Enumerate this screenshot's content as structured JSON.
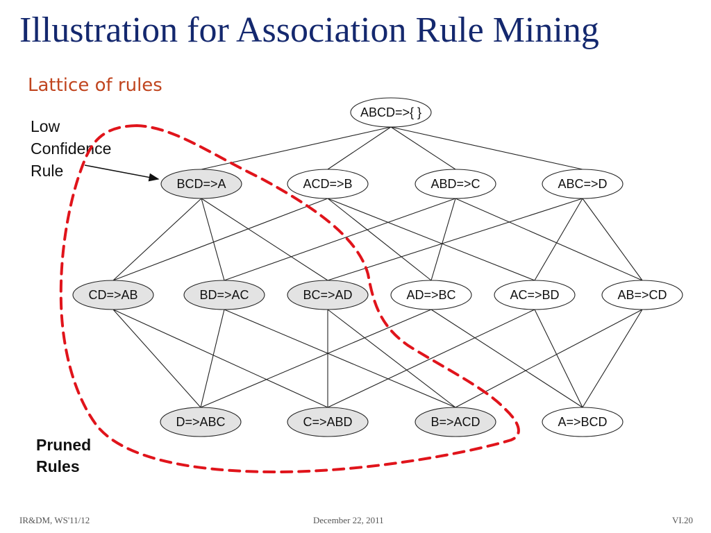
{
  "title": "Illustration for Association Rule Mining",
  "subtitle": "Lattice of rules",
  "annotations": {
    "low_confidence": [
      "Low",
      "Confidence",
      "Rule"
    ],
    "pruned": [
      "Pruned",
      "Rules"
    ]
  },
  "footer": {
    "left": "IR&DM, WS'11/12",
    "center": "December 22, 2011",
    "right": "VI.20"
  },
  "colors": {
    "title": "#14286e",
    "subtitle": "#c0451f",
    "pruned_fill": "#e3e3e3",
    "normal_fill": "#ffffff",
    "pruned_boundary": "#e0141b"
  },
  "nodes": [
    {
      "id": "ABCD",
      "label": "ABCD=>{ }",
      "pruned": false
    },
    {
      "id": "BCD",
      "label": "BCD=>A",
      "pruned": true
    },
    {
      "id": "ACD",
      "label": "ACD=>B",
      "pruned": false
    },
    {
      "id": "ABD",
      "label": "ABD=>C",
      "pruned": false
    },
    {
      "id": "ABC",
      "label": "ABC=>D",
      "pruned": false
    },
    {
      "id": "CD",
      "label": "CD=>AB",
      "pruned": true
    },
    {
      "id": "BD",
      "label": "BD=>AC",
      "pruned": true
    },
    {
      "id": "BC",
      "label": "BC=>AD",
      "pruned": true
    },
    {
      "id": "AD",
      "label": "AD=>BC",
      "pruned": false
    },
    {
      "id": "AC",
      "label": "AC=>BD",
      "pruned": false
    },
    {
      "id": "AB",
      "label": "AB=>CD",
      "pruned": false
    },
    {
      "id": "D",
      "label": "D=>ABC",
      "pruned": true
    },
    {
      "id": "C",
      "label": "C=>ABD",
      "pruned": true
    },
    {
      "id": "B",
      "label": "B=>ACD",
      "pruned": true
    },
    {
      "id": "A",
      "label": "A=>BCD",
      "pruned": false
    }
  ],
  "edges": [
    [
      "ABCD",
      "BCD"
    ],
    [
      "ABCD",
      "ACD"
    ],
    [
      "ABCD",
      "ABD"
    ],
    [
      "ABCD",
      "ABC"
    ],
    [
      "BCD",
      "CD"
    ],
    [
      "BCD",
      "BD"
    ],
    [
      "BCD",
      "BC"
    ],
    [
      "ACD",
      "CD"
    ],
    [
      "ACD",
      "AD"
    ],
    [
      "ACD",
      "AC"
    ],
    [
      "ABD",
      "BD"
    ],
    [
      "ABD",
      "AD"
    ],
    [
      "ABD",
      "AB"
    ],
    [
      "ABC",
      "BC"
    ],
    [
      "ABC",
      "AC"
    ],
    [
      "ABC",
      "AB"
    ],
    [
      "CD",
      "D"
    ],
    [
      "CD",
      "C"
    ],
    [
      "BD",
      "D"
    ],
    [
      "BD",
      "B"
    ],
    [
      "BC",
      "C"
    ],
    [
      "BC",
      "B"
    ],
    [
      "AD",
      "D"
    ],
    [
      "AD",
      "A"
    ],
    [
      "AC",
      "C"
    ],
    [
      "AC",
      "A"
    ],
    [
      "AB",
      "B"
    ],
    [
      "AB",
      "A"
    ]
  ]
}
